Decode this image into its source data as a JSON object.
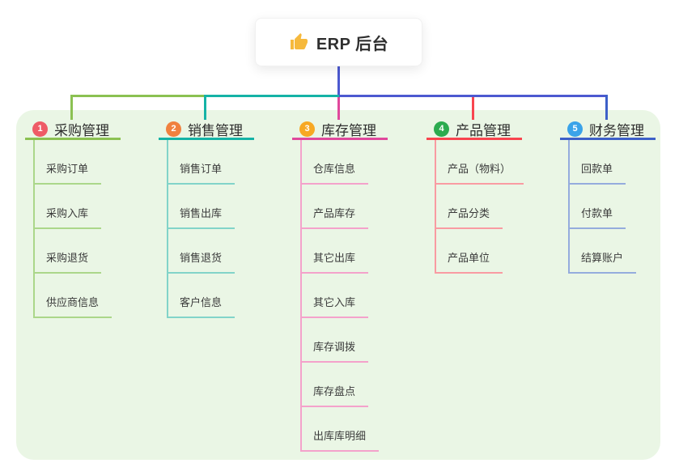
{
  "canvas": {
    "panel_color": "#eaf6e5",
    "background": "#ffffff"
  },
  "root": {
    "label": "ERP 后台",
    "icon": "thumbs-up-icon",
    "icon_color": "#f6b93d",
    "connector_color": "#4c59d0"
  },
  "branches": [
    {
      "badge": "1",
      "label": "采购管理",
      "colors": {
        "badge": "#ee5b66",
        "line": "#8bc152",
        "child_line": "#abd78a"
      },
      "children": [
        "采购订单",
        "采购入库",
        "采购退货",
        "供应商信息"
      ]
    },
    {
      "badge": "2",
      "label": "销售管理",
      "colors": {
        "badge": "#f0813f",
        "line": "#15b3a6",
        "child_line": "#82d4c9"
      },
      "children": [
        "销售订单",
        "销售出库",
        "销售退货",
        "客户信息"
      ]
    },
    {
      "badge": "3",
      "label": "库存管理",
      "colors": {
        "badge": "#f7a823",
        "line": "#e0489c",
        "child_line": "#f4a2cb"
      },
      "children": [
        "仓库信息",
        "产品库存",
        "其它出库",
        "其它入库",
        "库存调拨",
        "库存盘点",
        "出库库明细"
      ]
    },
    {
      "badge": "4",
      "label": "产品管理",
      "colors": {
        "badge": "#2cab4f",
        "line": "#f8454f",
        "child_line": "#f99ba2"
      },
      "children": [
        "产品（物料）",
        "产品分类",
        "产品单位"
      ]
    },
    {
      "badge": "5",
      "label": "财务管理",
      "colors": {
        "badge": "#3aa3e9",
        "line": "#3d60c8",
        "child_line": "#95acdd"
      },
      "children": [
        "回款单",
        "付款单",
        "结算账户"
      ]
    }
  ]
}
